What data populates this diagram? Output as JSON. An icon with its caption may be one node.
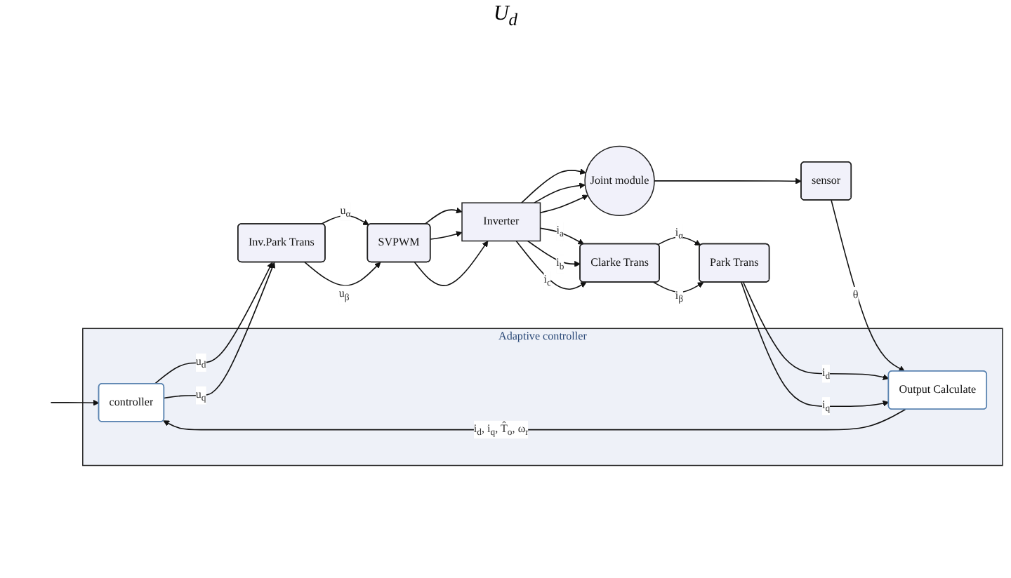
{
  "diagram": {
    "nodes": [
      {
        "text": [
          "Adaptive controller"
        ]
      },
      {
        "text": [
          "controller"
        ],
        "in": 0
      },
      {
        "text": [
          "Output Calculate"
        ],
        "in": 0
      },
      {
        "text": [
          "Inv.Park Trans"
        ]
      },
      {
        "text": [
          "SVPWM"
        ]
      },
      {
        "text": [
          "Inverter"
        ]
      },
      {
        "text": [
          "Park Trans"
        ]
      },
      {
        "text": [
          "Clarke Trans"
        ]
      },
      {
        "text": [
          "Joint module"
        ]
      },
      {
        "text": [
          "sensor"
        ]
      }
    ],
    "edges": [
      {
        "from": null,
        "to": 1,
        "arrow": "to"
      },
      {
        "from": 1,
        "to": 3,
        "arrow": "to",
        "label": "u$_{d}$"
      },
      {
        "from": 1,
        "to": 3,
        "arrow": "to",
        "label": "u$_{q}$"
      },
      {
        "from": 3,
        "to": 4,
        "arrow": "to",
        "label": "u$_{α}$"
      },
      {
        "from": 3,
        "to": 4,
        "arrow": "to",
        "label": "u$_{β}$"
      },
      {
        "from": 4,
        "to": 5,
        "arrow": "to"
      },
      {
        "from": 4,
        "to": 5,
        "arrow": "to"
      },
      {
        "from": 4,
        "to": 5,
        "arrow": "to"
      },
      {
        "from": 5,
        "to": 8,
        "arrow": "to"
      },
      {
        "from": 5,
        "to": 8,
        "arrow": "to"
      },
      {
        "from": 5,
        "to": 8,
        "arrow": "to"
      },
      {
        "from": 5,
        "to": 7,
        "arrow": "to",
        "label": "i$_{a}$"
      },
      {
        "from": 5,
        "to": 7,
        "arrow": "to",
        "label": "i$_{b}$"
      },
      {
        "from": 5,
        "to": 7,
        "arrow": "to",
        "label": "i$_{c}$"
      },
      {
        "from": 7,
        "to": 6,
        "arrow": "to",
        "label": "i$_{α}$"
      },
      {
        "from": 7,
        "to": 6,
        "arrow": "to",
        "label": "i$_{β}$"
      },
      {
        "from": 6,
        "to": 2,
        "arrow": "to",
        "label": "i$_{d}$"
      },
      {
        "from": 6,
        "to": 2,
        "arrow": "to",
        "label": "i$_{q}$"
      },
      {
        "from": 2,
        "to": 1,
        "arrow": "to",
        "label": "i$_{d}$, i$_{q}$, T̂$_{o}$, ω$_{r}$"
      },
      {
        "from": 8,
        "to": 9,
        "arrow": "to"
      },
      {
        "from": 9,
        "to": 2,
        "arrow": "to",
        "label": "θ"
      }
    ],
    "labels": [
      "U$_{d}$"
    ]
  }
}
